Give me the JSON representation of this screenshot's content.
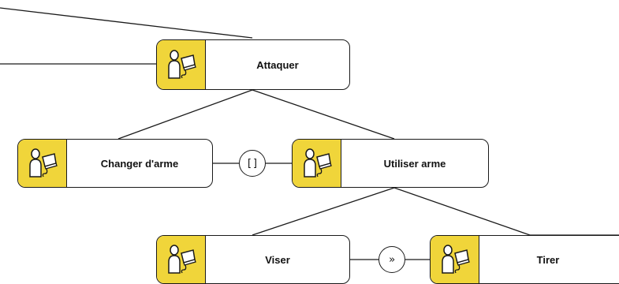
{
  "tasks": {
    "attaquer": {
      "label": "Attaquer",
      "icon": "interactive-user-icon"
    },
    "changer_arme": {
      "label": "Changer d'arme",
      "icon": "interactive-user-icon"
    },
    "utiliser_arme": {
      "label": "Utiliser arme",
      "icon": "interactive-user-icon"
    },
    "viser": {
      "label": "Viser",
      "icon": "interactive-user-icon"
    },
    "tirer": {
      "label": "Tirer",
      "icon": "interactive-user-icon"
    }
  },
  "operators": {
    "order_independence": "[]",
    "enabling": "»"
  },
  "colors": {
    "actor_fill": "#f0d53a",
    "stroke": "#1a1a1a",
    "background": "#ffffff"
  }
}
